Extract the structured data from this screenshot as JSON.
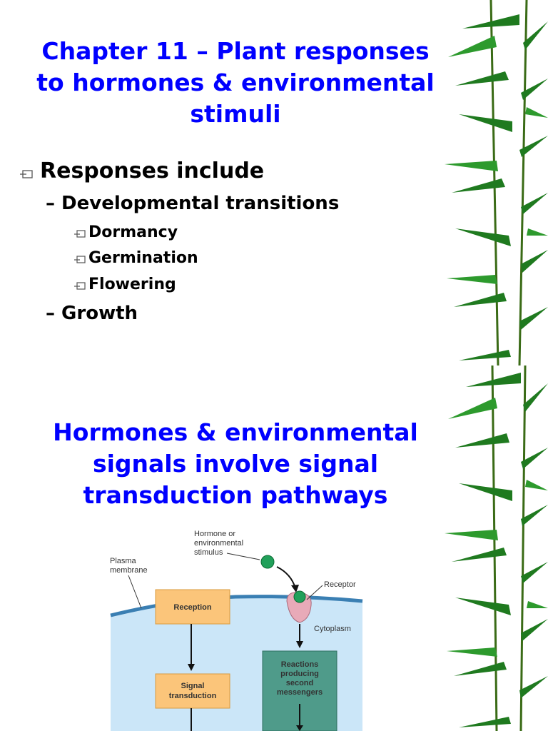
{
  "slide1": {
    "title": "Chapter 11 – Plant responses to hormones & environmental stimuli",
    "bullet": "Responses include",
    "sub1": "– Developmental transitions",
    "items": [
      "Dormancy",
      "Germination",
      "Flowering"
    ],
    "sub2": "– Growth"
  },
  "slide2": {
    "title": "Hormones & environmental signals involve signal transduction pathways",
    "diagram": {
      "stimulus_label": [
        "Hormone or",
        "environmental",
        "stimulus"
      ],
      "membrane_label": [
        "Plasma",
        "membrane"
      ],
      "receptor_label": "Receptor",
      "cytoplasm_label": "Cytoplasm",
      "reception": "Reception",
      "signal_transduction": [
        "Signal",
        "transduction"
      ],
      "reactions": [
        "Reactions",
        "producing",
        "second",
        "messengers"
      ]
    }
  },
  "colors": {
    "title": "#0000ff",
    "bamboo": "#1f7a1f",
    "cytoplasm": "#cbe6f8",
    "box": "#fbc57a",
    "reactions": "#4f9b8a"
  },
  "icons": {
    "bullet": "window-bullet-icon",
    "plant": "bamboo-decoration"
  }
}
